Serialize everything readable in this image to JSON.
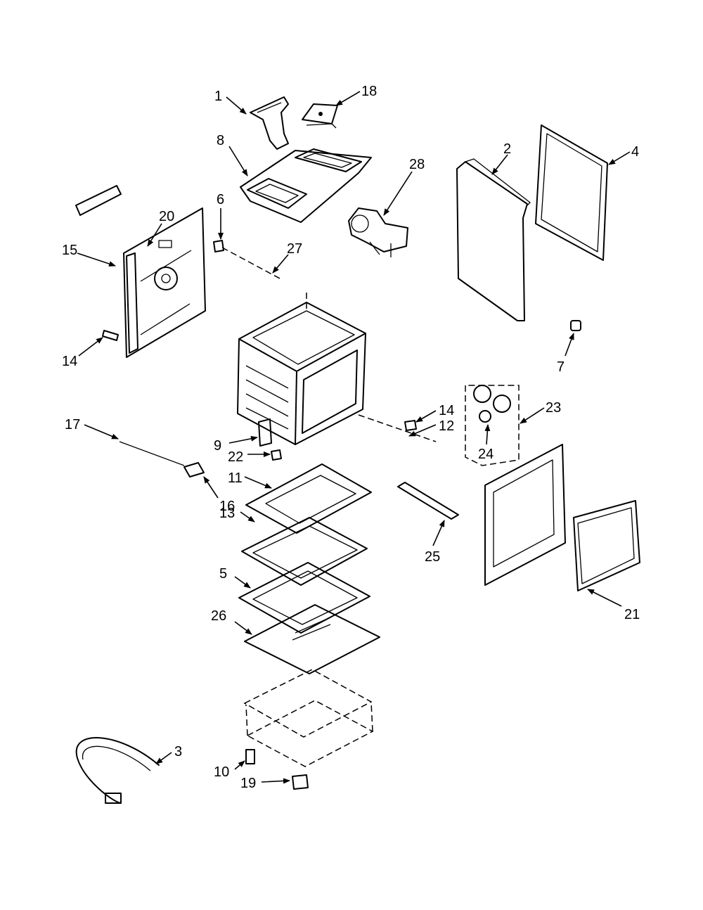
{
  "callouts": [
    {
      "id": "c1",
      "label": "1"
    },
    {
      "id": "c2",
      "label": "2"
    },
    {
      "id": "c3",
      "label": "3"
    },
    {
      "id": "c4",
      "label": "4"
    },
    {
      "id": "c5",
      "label": "5"
    },
    {
      "id": "c6",
      "label": "6"
    },
    {
      "id": "c7",
      "label": "7"
    },
    {
      "id": "c8",
      "label": "8"
    },
    {
      "id": "c9",
      "label": "9"
    },
    {
      "id": "c10",
      "label": "10"
    },
    {
      "id": "c11",
      "label": "11"
    },
    {
      "id": "c12",
      "label": "12"
    },
    {
      "id": "c13",
      "label": "13"
    },
    {
      "id": "c14a",
      "label": "14"
    },
    {
      "id": "c14b",
      "label": "14"
    },
    {
      "id": "c15",
      "label": "15"
    },
    {
      "id": "c16",
      "label": "16"
    },
    {
      "id": "c17",
      "label": "17"
    },
    {
      "id": "c18",
      "label": "18"
    },
    {
      "id": "c19",
      "label": "19"
    },
    {
      "id": "c20",
      "label": "20"
    },
    {
      "id": "c21",
      "label": "21"
    },
    {
      "id": "c22",
      "label": "22"
    },
    {
      "id": "c23",
      "label": "23"
    },
    {
      "id": "c24",
      "label": "24"
    },
    {
      "id": "c25",
      "label": "25"
    },
    {
      "id": "c26",
      "label": "26"
    },
    {
      "id": "c27",
      "label": "27"
    },
    {
      "id": "c28",
      "label": "28"
    }
  ]
}
